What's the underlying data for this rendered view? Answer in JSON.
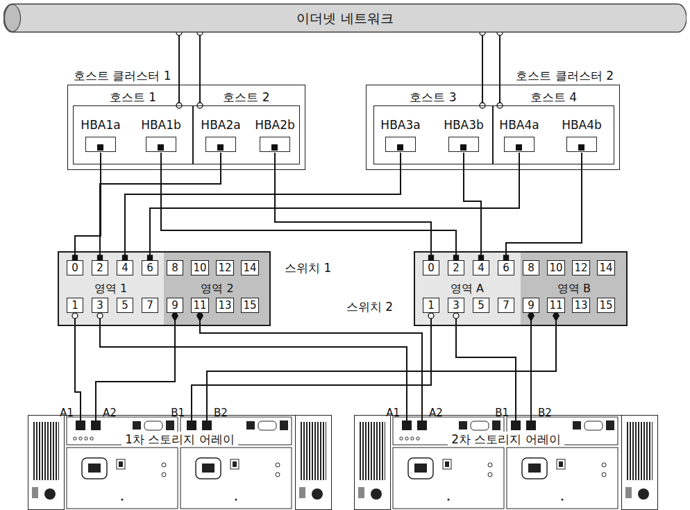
{
  "diagram": {
    "nodes": [
      {
        "text": [
          "이더넷 네트워크"
        ]
      },
      {
        "text": [
          "호스트 클러스터 1"
        ]
      },
      {
        "text": [
          "호스트 1"
        ],
        "in": 1
      },
      {
        "text": [
          "HBA1a"
        ],
        "in": 2
      },
      {
        "text": [
          "HBA1b"
        ],
        "in": 2
      },
      {
        "text": [
          "호스트 2"
        ],
        "in": 1
      },
      {
        "text": [
          "HBA2a"
        ],
        "in": 5
      },
      {
        "text": [
          "HBA2b"
        ],
        "in": 5
      },
      {
        "text": [
          "호스트 클러스터 2"
        ]
      },
      {
        "text": [
          "호스트 3"
        ],
        "in": 8
      },
      {
        "text": [
          "HBA3a"
        ],
        "in": 9
      },
      {
        "text": [
          "HBA3b"
        ],
        "in": 9
      },
      {
        "text": [
          "호스트 4"
        ],
        "in": 8
      },
      {
        "text": [
          "HBA4a"
        ],
        "in": 12
      },
      {
        "text": [
          "HBA4b"
        ],
        "in": 12
      },
      {
        "text": [
          "스위치 1"
        ]
      },
      {
        "text": [
          "영역 1"
        ],
        "in": 15
      },
      {
        "text": [
          "0"
        ],
        "in": 16
      },
      {
        "text": [
          "2"
        ],
        "in": 16
      },
      {
        "text": [
          "4"
        ],
        "in": 16
      },
      {
        "text": [
          "6"
        ],
        "in": 16
      },
      {
        "text": [
          "1"
        ],
        "in": 16
      },
      {
        "text": [
          "3"
        ],
        "in": 16
      },
      {
        "text": [
          "5"
        ],
        "in": 16
      },
      {
        "text": [
          "7"
        ],
        "in": 16
      },
      {
        "text": [
          "영역 2"
        ],
        "in": 15
      },
      {
        "text": [
          "8"
        ],
        "in": 25
      },
      {
        "text": [
          "10"
        ],
        "in": 25
      },
      {
        "text": [
          "12"
        ],
        "in": 25
      },
      {
        "text": [
          "14"
        ],
        "in": 25
      },
      {
        "text": [
          "9"
        ],
        "in": 25
      },
      {
        "text": [
          "11"
        ],
        "in": 25
      },
      {
        "text": [
          "13"
        ],
        "in": 25
      },
      {
        "text": [
          "15"
        ],
        "in": 25
      },
      {
        "text": [
          "스위치 2"
        ]
      },
      {
        "text": [
          "영역 A"
        ],
        "in": 34
      },
      {
        "text": [
          "0"
        ],
        "in": 35
      },
      {
        "text": [
          "2"
        ],
        "in": 35
      },
      {
        "text": [
          "4"
        ],
        "in": 35
      },
      {
        "text": [
          "6"
        ],
        "in": 35
      },
      {
        "text": [
          "1"
        ],
        "in": 35
      },
      {
        "text": [
          "3"
        ],
        "in": 35
      },
      {
        "text": [
          "5"
        ],
        "in": 35
      },
      {
        "text": [
          "7"
        ],
        "in": 35
      },
      {
        "text": [
          "영역 B"
        ],
        "in": 34
      },
      {
        "text": [
          "8"
        ],
        "in": 44
      },
      {
        "text": [
          "10"
        ],
        "in": 44
      },
      {
        "text": [
          "12"
        ],
        "in": 44
      },
      {
        "text": [
          "14"
        ],
        "in": 44
      },
      {
        "text": [
          "9"
        ],
        "in": 44
      },
      {
        "text": [
          "11"
        ],
        "in": 44
      },
      {
        "text": [
          "13"
        ],
        "in": 44
      },
      {
        "text": [
          "15"
        ],
        "in": 44
      },
      {
        "text": [
          "1차 스토리지 어레이"
        ]
      },
      {
        "text": [
          "A1"
        ],
        "in": 53
      },
      {
        "text": [
          "A2"
        ],
        "in": 53
      },
      {
        "text": [
          "B1"
        ],
        "in": 53
      },
      {
        "text": [
          "B2"
        ],
        "in": 53
      },
      {
        "text": [
          "2차 스토리지 어레이"
        ]
      },
      {
        "text": [
          "A1"
        ],
        "in": 58
      },
      {
        "text": [
          "A2"
        ],
        "in": 58
      },
      {
        "text": [
          "B1"
        ],
        "in": 58
      },
      {
        "text": [
          "B2"
        ],
        "in": 58
      }
    ],
    "edges": [
      {
        "from": 0,
        "to": 2,
        "arrow": "none"
      },
      {
        "from": 0,
        "to": 5,
        "arrow": "none"
      },
      {
        "from": 0,
        "to": 9,
        "arrow": "none"
      },
      {
        "from": 0,
        "to": 12,
        "arrow": "none"
      },
      {
        "from": 3,
        "to": 17,
        "arrow": "none"
      },
      {
        "from": 6,
        "to": 18,
        "arrow": "none"
      },
      {
        "from": 10,
        "to": 19,
        "arrow": "none"
      },
      {
        "from": 13,
        "to": 20,
        "arrow": "none"
      },
      {
        "from": 7,
        "to": 36,
        "arrow": "none"
      },
      {
        "from": 4,
        "to": 37,
        "arrow": "none"
      },
      {
        "from": 11,
        "to": 38,
        "arrow": "none"
      },
      {
        "from": 14,
        "to": 39,
        "arrow": "none"
      },
      {
        "from": 21,
        "to": 54,
        "arrow": "none"
      },
      {
        "from": 22,
        "to": 59,
        "arrow": "none"
      },
      {
        "from": 30,
        "to": 55,
        "arrow": "none"
      },
      {
        "from": 31,
        "to": 60,
        "arrow": "none"
      },
      {
        "from": 40,
        "to": 56,
        "arrow": "none"
      },
      {
        "from": 41,
        "to": 61,
        "arrow": "none"
      },
      {
        "from": 49,
        "to": 62,
        "arrow": "none"
      },
      {
        "from": 50,
        "to": 57,
        "arrow": "none"
      }
    ]
  }
}
